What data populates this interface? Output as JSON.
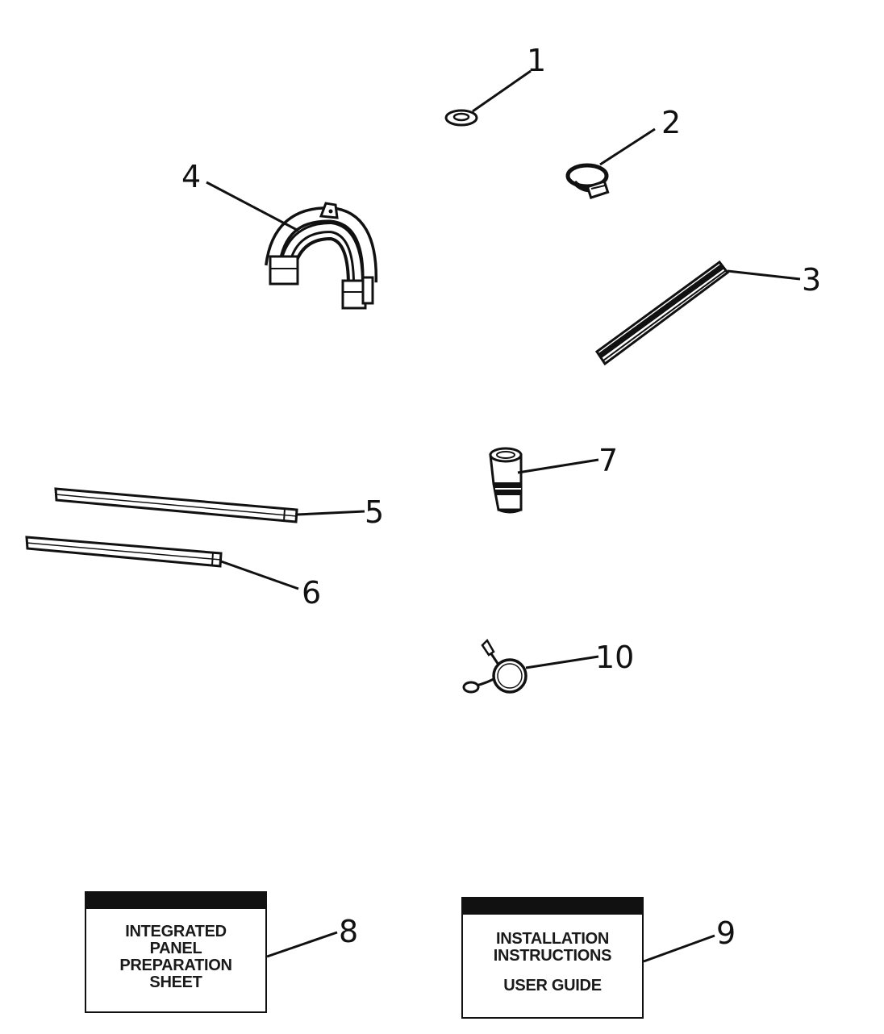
{
  "callouts": [
    {
      "label": "1"
    },
    {
      "label": "2"
    },
    {
      "label": "3"
    },
    {
      "label": "4"
    },
    {
      "label": "5"
    },
    {
      "label": "6"
    },
    {
      "label": "7"
    },
    {
      "label": "8"
    },
    {
      "label": "9"
    },
    {
      "label": "10"
    }
  ],
  "cards": {
    "integrated_panel": {
      "lines": [
        "INTEGRATED",
        "PANEL",
        "PREPARATION",
        "SHEET"
      ]
    },
    "installation": {
      "lines": [
        "INSTALLATION",
        "INSTRUCTIONS"
      ],
      "guide": "USER GUIDE"
    }
  },
  "parts": [
    {
      "icon": "washer-icon"
    },
    {
      "icon": "hose-clamp-icon"
    },
    {
      "icon": "brush-strip-icon"
    },
    {
      "icon": "hose-guide-icon"
    },
    {
      "icon": "long-strip-icon"
    },
    {
      "icon": "long-strip-icon"
    },
    {
      "icon": "drain-adapter-icon"
    },
    {
      "icon": "cable-ring-icon"
    }
  ],
  "colors": {
    "ink": "#111111",
    "paper": "#ffffff"
  }
}
